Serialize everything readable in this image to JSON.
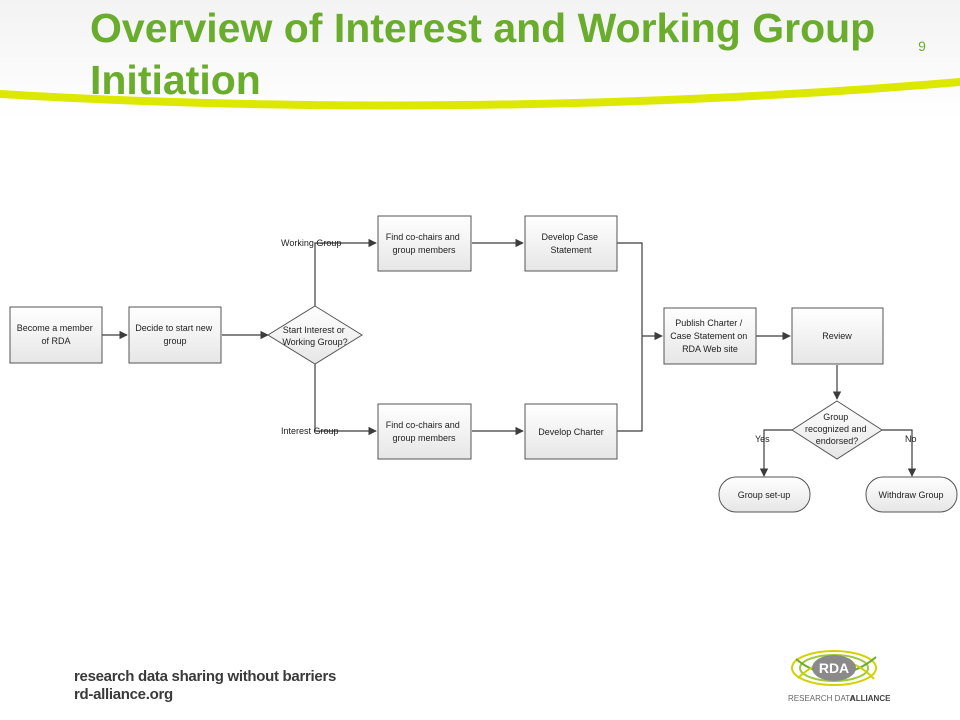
{
  "slide": {
    "title": "Overview of Interest and Working Group Initiation",
    "page_number": "9",
    "accent_color": "#6aad2c",
    "swoosh_color": "#dde800"
  },
  "diagram": {
    "nodes": {
      "become_member": [
        "Become a member",
        "of RDA"
      ],
      "decide_start": [
        "Decide to start new",
        "group"
      ],
      "start_decision": [
        "Start Interest or",
        "Working Group?"
      ],
      "find_cochairs_wg": [
        "Find co-chairs and",
        "group members"
      ],
      "develop_case": [
        "Develop Case",
        "Statement"
      ],
      "find_cochairs_ig": [
        "Find co-chairs and",
        "group members"
      ],
      "develop_charter": "Develop Charter",
      "publish": [
        "Publish Charter /",
        "Case Statement on",
        "RDA Web site"
      ],
      "review": "Review",
      "endorse_decision": [
        "Group",
        "recognized and",
        "endorsed?"
      ],
      "group_setup": "Group set-up",
      "withdraw": "Withdraw Group"
    },
    "edge_labels": {
      "working_group": "Working Group",
      "interest_group": "Interest Group",
      "yes": "Yes",
      "no": "No"
    }
  },
  "footer": {
    "tagline": "research data sharing without barriers",
    "url": "rd-alliance.org",
    "logo_text": "RDA",
    "logo_caption_1": "RESEARCH DATA",
    "logo_caption_2": "ALLIANCE"
  }
}
